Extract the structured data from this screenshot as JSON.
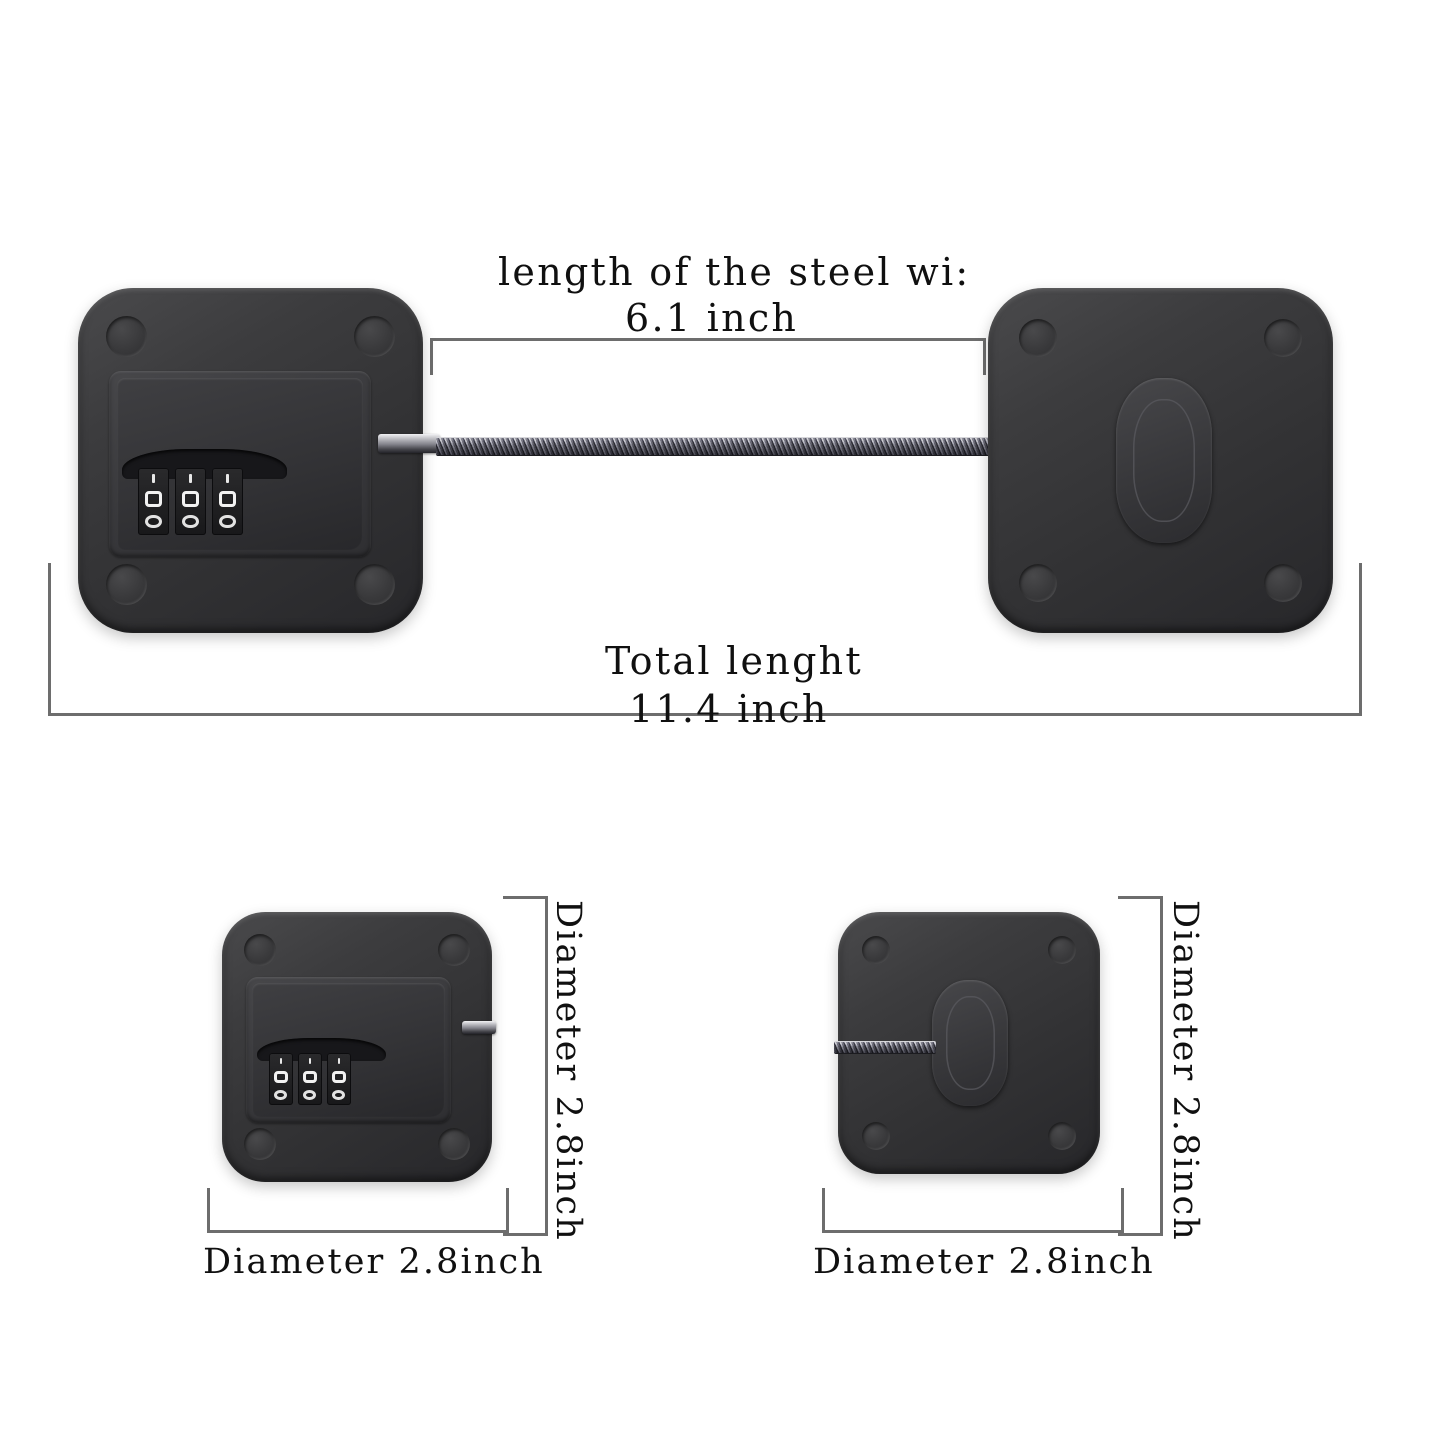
{
  "page": {
    "background_color": "#ffffff",
    "line_color": "#6d6d6d",
    "text_color": "#101010",
    "product": "refrigerator-combination-cable-lock"
  },
  "annotations": {
    "wire_length": {
      "label_line1": "length of the steel wi:",
      "label_line2": "6.1 inch",
      "value": "6.1",
      "unit": "inch"
    },
    "total_length": {
      "label_line1": "Total lenght",
      "label_line2": "11.4 inch",
      "value": "11.4",
      "unit": "inch"
    },
    "bottom_left_width": {
      "label": "Diameter 2.8inch",
      "value": "2.8",
      "unit": "inch"
    },
    "bottom_left_height": {
      "label": "Diameter 2.8inch",
      "value": "2.8",
      "unit": "inch"
    },
    "bottom_right_width": {
      "label": "Diameter 2.8inch",
      "value": "2.8",
      "unit": "inch"
    },
    "bottom_right_height": {
      "label": "Diameter 2.8inch",
      "value": "2.8",
      "unit": "inch"
    }
  },
  "parts": {
    "lock_unit": {
      "name": "combination-lock-body",
      "dial_count": 3,
      "color": "#3a3a3d"
    },
    "receiver_unit": {
      "name": "adhesive-anchor-pad",
      "color": "#3a3a3d"
    },
    "cable": {
      "name": "braided-steel-wire",
      "color": "#74747a"
    }
  }
}
